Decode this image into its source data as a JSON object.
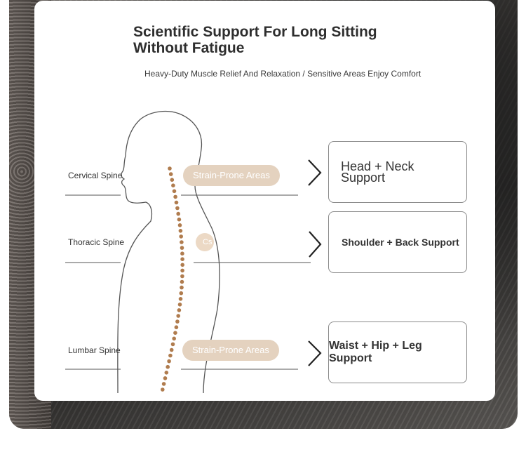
{
  "title": "Scientific Support For Long Sitting Without Fatigue",
  "subtitle": "Heavy-Duty Muscle Relief And Relaxation / Sensitive Areas Enjoy Comfort",
  "rows": [
    {
      "spine_label": "Cervical Spine",
      "pill_label": "Strain-Prone Areas",
      "support_label": "Head + Neck Support"
    },
    {
      "spine_label": "Thoracic Spine",
      "pill_label": "Cs",
      "support_label": "Shoulder + Back Support"
    },
    {
      "spine_label": "Lumbar Spine",
      "pill_label": "Strain-Prone Areas",
      "support_label": "Waist + Hip + Leg Support"
    }
  ],
  "colors": {
    "pill": "#e4d2bf",
    "spine_dots": "#b07c4e",
    "outline": "#555555"
  },
  "icons": [
    "chevron-right-icon",
    "human-silhouette-icon",
    "spine-dots-icon"
  ]
}
